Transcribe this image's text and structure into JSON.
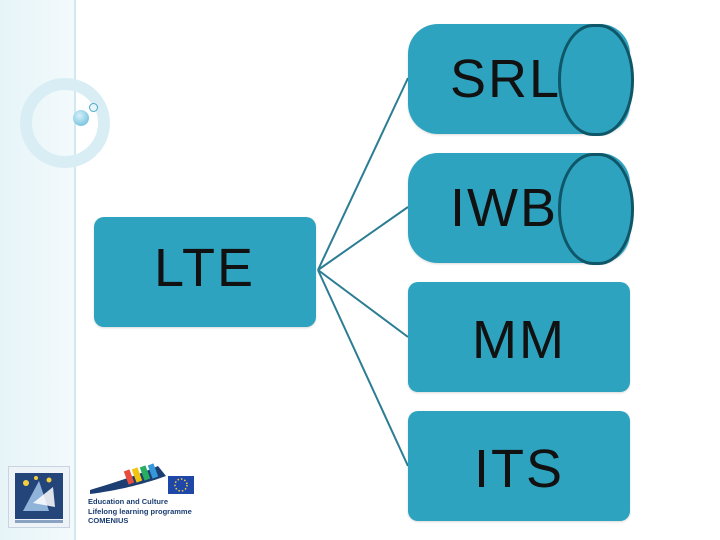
{
  "diagram": {
    "root": {
      "label": "LTE"
    },
    "children": [
      {
        "label": "SRL"
      },
      {
        "label": "IWB"
      },
      {
        "label": "MM"
      },
      {
        "label": "ITS"
      }
    ]
  },
  "footer": {
    "program_text": [
      "Education and Culture",
      "Lifelong learning programme",
      "COMENIUS"
    ]
  },
  "colors": {
    "node_fill": "#2ea3bf",
    "connector": "#2b7d93",
    "accent_dark": "#0f5668"
  }
}
